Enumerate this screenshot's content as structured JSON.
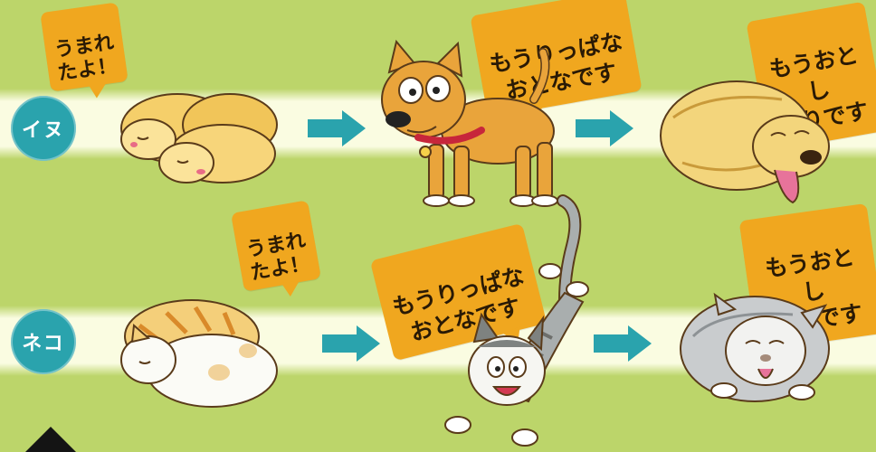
{
  "rows": {
    "dog": {
      "label": "イヌ",
      "baby_bubble": "うまれ\nたよ！",
      "adult_bubble": "もうりっぱな\nおとなです",
      "senior_bubble": "もうおとし\nよりです"
    },
    "cat": {
      "label": "ネコ",
      "baby_bubble": "うまれ\nたよ！",
      "adult_bubble": "もうりっぱな\nおとなです",
      "senior_bubble": "もうおとし\nよりです"
    }
  },
  "colors": {
    "background": "#bcd56a",
    "band": "#fffdeb",
    "label_circle": "#2aa3ad",
    "arrow": "#2aa3ad",
    "bubble": "#f0a71f"
  },
  "icons": {
    "arrow": "right-arrow-icon"
  }
}
